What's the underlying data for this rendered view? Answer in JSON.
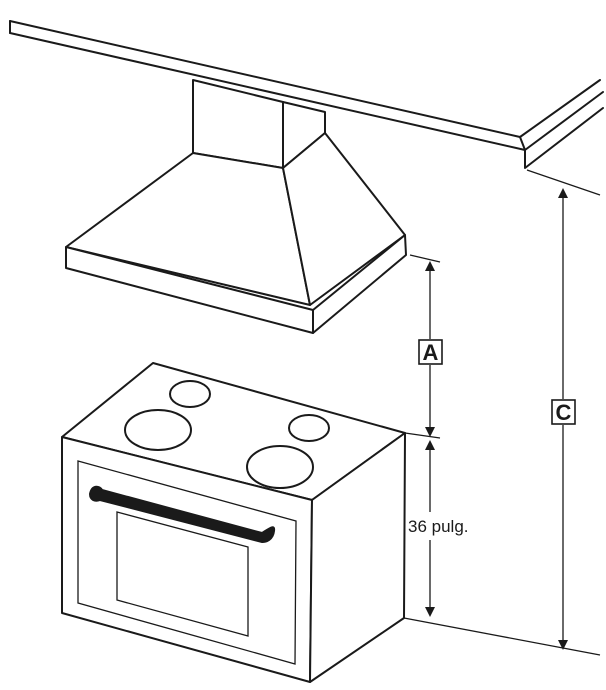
{
  "diagram": {
    "labels": {
      "dimension_a": "A",
      "dimension_c": "C",
      "cooktop_height": "36 pulg."
    },
    "colors": {
      "line": "#1a1a1a",
      "background": "#ffffff",
      "handle": "#1a1a1a"
    }
  }
}
